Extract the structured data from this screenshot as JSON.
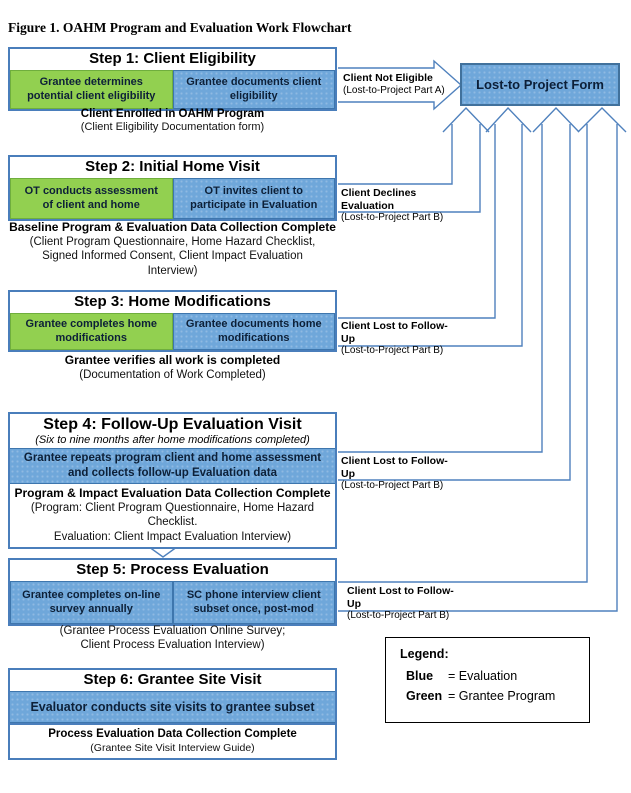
{
  "title": "Figure 1. OAHM Program and Evaluation Work Flowchart",
  "colors": {
    "blue": "#6FA7DA",
    "green": "#92D050",
    "line_blue": "#4F81BD"
  },
  "lost_to_project_form": {
    "label": "Lost-to Project Form"
  },
  "arrow_step1": {
    "bold": "Client Not Eligible",
    "sub": "(Lost-to-Project Part A)"
  },
  "connectors": [
    {
      "from_step": 2,
      "bold": "Client Declines Evaluation",
      "sub": "(Lost-to-Project Part B)"
    },
    {
      "from_step": 3,
      "bold": "Client Lost to Follow-Up",
      "sub": "(Lost-to-Project Part B)"
    },
    {
      "from_step": 4,
      "bold": "Client Lost to Follow-Up",
      "sub": "(Lost-to-Project Part B)"
    },
    {
      "from_step": 5,
      "bold": "Client Lost to Follow-Up",
      "sub": "(Lost-to-Project Part B)"
    }
  ],
  "steps": [
    {
      "header": "Step 1: Client Eligibility",
      "cells": [
        {
          "color": "green",
          "text": "Grantee determines potential client eligibility"
        },
        {
          "color": "blue",
          "text": "Grantee documents client eligibility"
        }
      ],
      "caption_bold": "Client Enrolled in OAHM Program",
      "caption": "(Client Eligibility Documentation form)"
    },
    {
      "header": "Step 2: Initial Home Visit",
      "cells": [
        {
          "color": "green",
          "text": "OT conducts assessment of client and home"
        },
        {
          "color": "blue",
          "text": "OT invites client to participate in Evaluation"
        }
      ],
      "caption_bold": "Baseline Program & Evaluation Data Collection Complete",
      "caption": "(Client Program Questionnaire, Home Hazard Checklist, Signed Informed Consent, Client Impact Evaluation Interview)"
    },
    {
      "header": "Step 3: Home Modifications",
      "cells": [
        {
          "color": "green",
          "text": "Grantee completes home modifications"
        },
        {
          "color": "blue",
          "text": "Grantee documents home modifications"
        }
      ],
      "caption_bold": "Grantee verifies all work is completed",
      "caption": "(Documentation of Work Completed)"
    },
    {
      "header": "Step 4: Follow-Up Evaluation Visit",
      "subheader": "(Six to nine months after home modifications completed)",
      "band": "Grantee repeats program client and home assessment and collects follow-up Evaluation data",
      "inner_bold": "Program & Impact Evaluation Data Collection Complete",
      "inner_line1": "(Program: Client Program Questionnaire, Home Hazard Checklist.",
      "inner_line2": "Evaluation:  Client Impact Evaluation Interview)"
    },
    {
      "header": "Step 5: Process Evaluation",
      "cells": [
        {
          "color": "blue",
          "text": "Grantee completes on-line survey annually"
        },
        {
          "color": "blue",
          "text": "SC phone interview client subset once, post-mod"
        }
      ],
      "caption_line1": "(Grantee Process Evaluation Online Survey;",
      "caption_line2": "Client Process Evaluation Interview)"
    },
    {
      "header": "Step 6: Grantee Site Visit",
      "band": "Evaluator conducts site visits to grantee subset",
      "inner_bold": "Process Evaluation Data Collection Complete",
      "inner_line1": "(Grantee Site Visit Interview Guide)"
    }
  ],
  "legend": {
    "title": "Legend:",
    "items": [
      {
        "term": "Blue",
        "definition": "= Evaluation"
      },
      {
        "term": "Green",
        "definition": "= Grantee Program"
      }
    ]
  }
}
